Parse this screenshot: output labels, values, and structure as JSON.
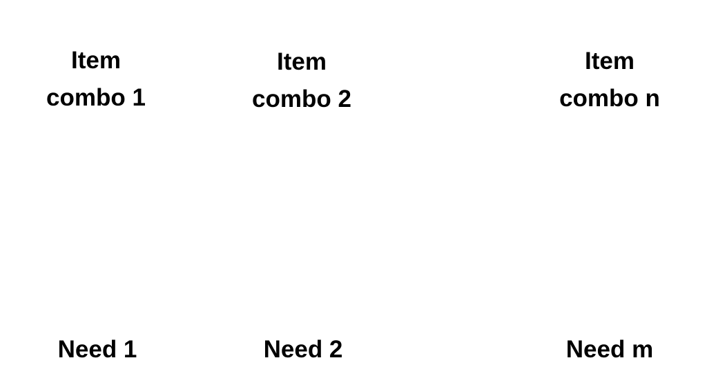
{
  "item_combos": [
    {
      "line1": "Item",
      "line2": "combo 1"
    },
    {
      "line1": "Item",
      "line2": "combo 2"
    },
    {
      "line1": "Item",
      "line2": "combo n"
    }
  ],
  "needs": [
    "Need 1",
    "Need 2",
    "Need m"
  ]
}
